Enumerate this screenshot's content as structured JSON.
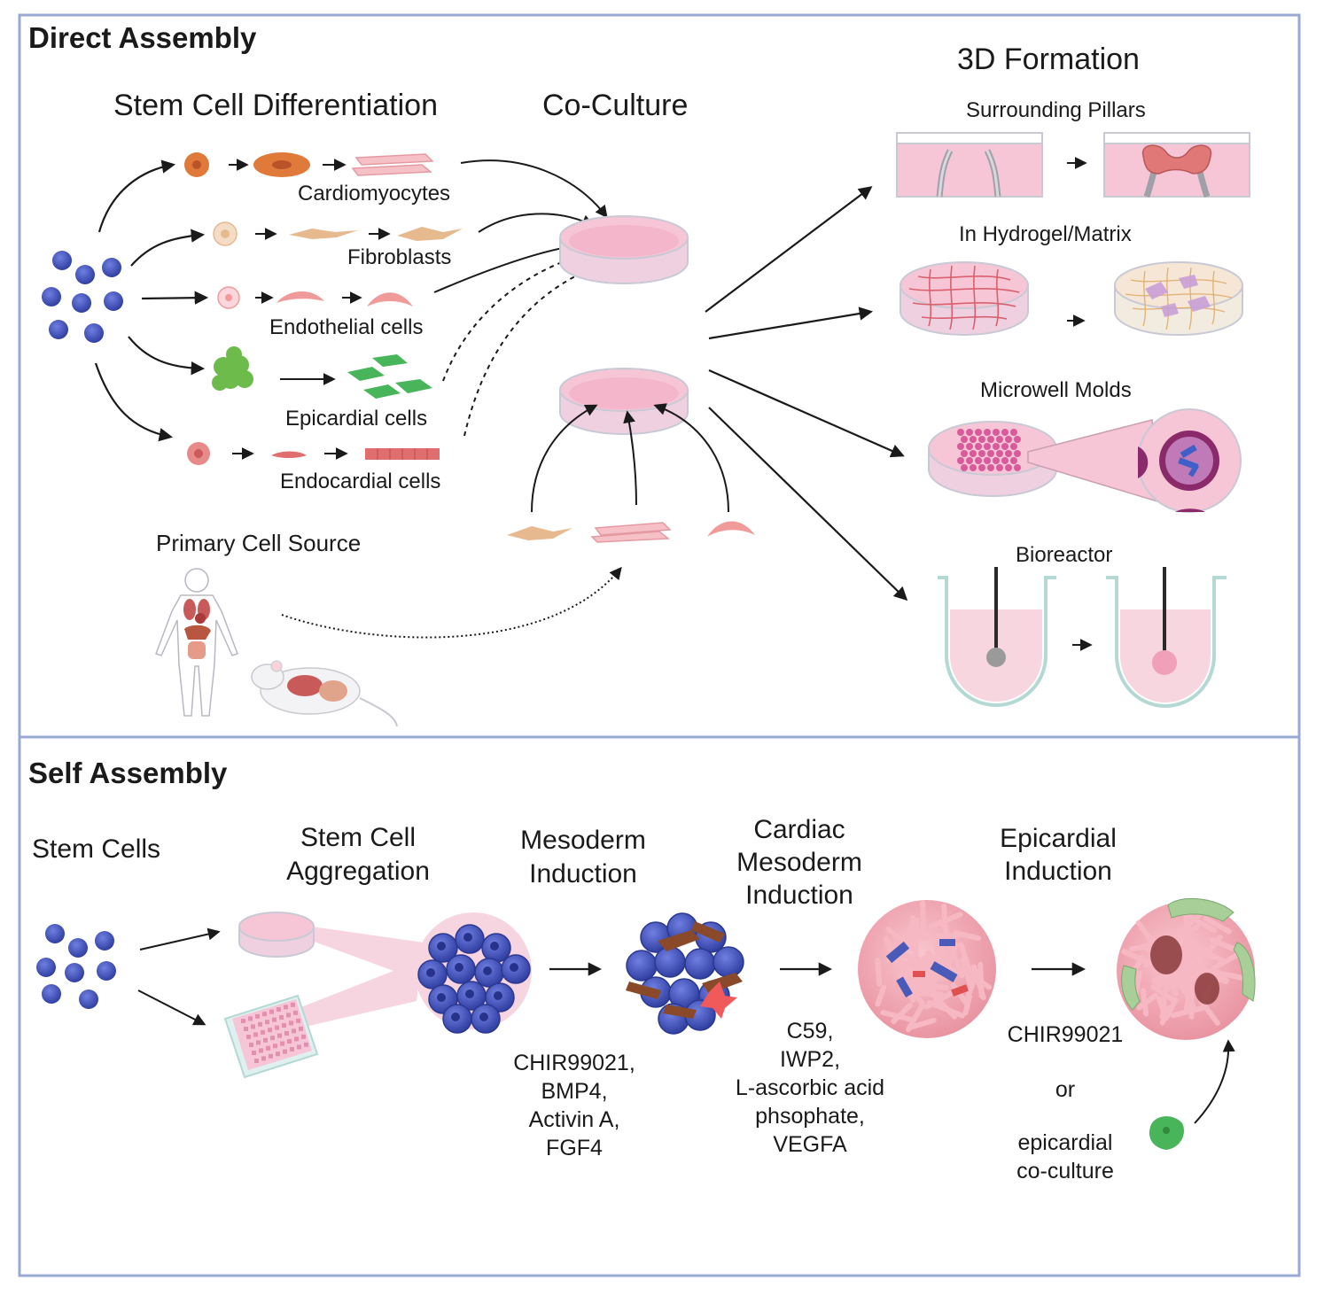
{
  "panels": {
    "direct": {
      "title": "Direct Assembly",
      "stem_cell_differentiation": "Stem Cell Differentiation",
      "co_culture": "Co-Culture",
      "formation_3d": "3D Formation",
      "cell_types": {
        "cardiomyocytes": "Cardiomyocytes",
        "fibroblasts": "Fibroblasts",
        "endothelial": "Endothelial cells",
        "epicardial": "Epicardial cells",
        "endocardial": "Endocardial cells"
      },
      "primary_cell_source": "Primary Cell Source",
      "methods": {
        "pillars": "Surrounding Pillars",
        "hydrogel": "In Hydrogel/Matrix",
        "microwell": "Microwell Molds",
        "bioreactor": "Bioreactor"
      }
    },
    "self": {
      "title": "Self Assembly",
      "stages": {
        "stem_cells": "Stem Cells",
        "aggregation": [
          "Stem Cell",
          "Aggregation"
        ],
        "mesoderm": [
          "Mesoderm",
          "Induction"
        ],
        "cardiac_mesoderm": [
          "Cardiac",
          "Mesoderm",
          "Induction"
        ],
        "epicardial": [
          "Epicardial",
          "Induction"
        ]
      },
      "reagents": {
        "mesoderm": [
          "CHIR99021,",
          "BMP4,",
          "Activin A,",
          "FGF4"
        ],
        "cardiac_mesoderm": [
          "C59,",
          "IWP2,",
          "L-ascorbic acid",
          "phsophate,",
          "VEGFA"
        ],
        "epicardial_option1": "CHIR99021",
        "epicardial_or": "or",
        "epicardial_option2": [
          "epicardial",
          "co-culture"
        ]
      }
    }
  },
  "colors": {
    "border": "#9aa9d4",
    "stem_blue": "#3f4fb8",
    "cardio_orange": "#e07a3a",
    "fibro_tan": "#e6b98f",
    "endo_pink": "#f09a9a",
    "epi_green": "#49b55a",
    "endocard_red": "#e06e6e",
    "dish_pink": "#f6c6d6",
    "tissue_pink": "#f3a7b2",
    "arrow": "#1a1a1a"
  }
}
